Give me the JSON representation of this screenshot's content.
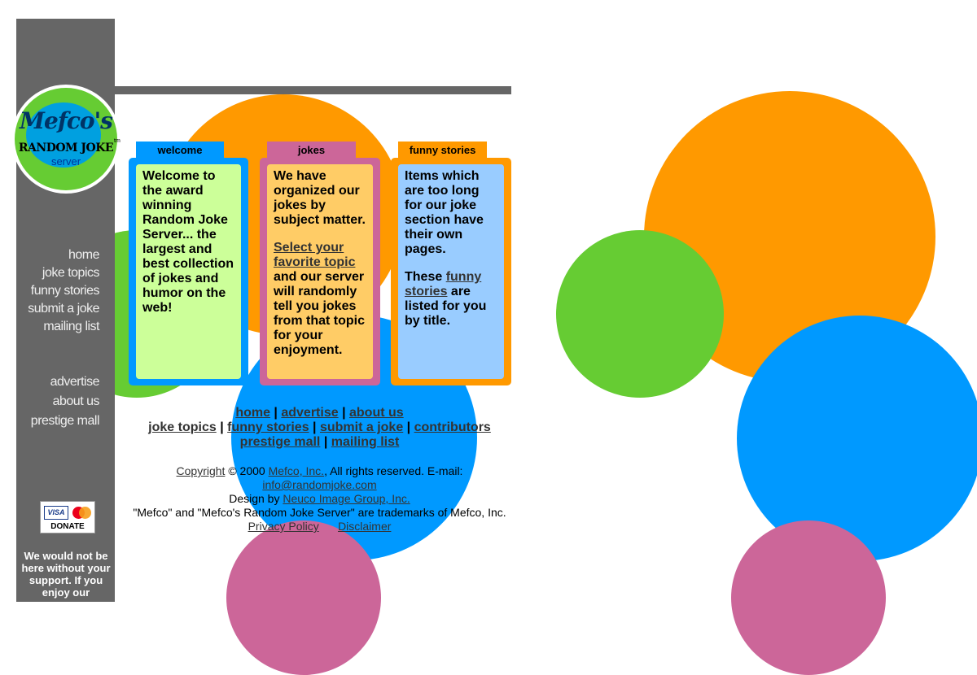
{
  "logo": {
    "line1": "Mefco's",
    "line2": "RANDOM JOKE",
    "line3": "server",
    "tm": "tm"
  },
  "sidebar": {
    "nav": [
      "home",
      "joke topics",
      "funny stories",
      "submit a joke",
      "mailing list"
    ],
    "nav2": [
      "advertise",
      "about us",
      "prestige mall"
    ],
    "donate": {
      "visa": "VISA",
      "label": "DONATE"
    },
    "support_text": "We would not be here without your support. If you enjoy our"
  },
  "tabs": {
    "welcome": {
      "label": "welcome",
      "text": "Welcome to the award winning Random Joke Server... the largest and best collection of jokes and humor on the web!"
    },
    "jokes": {
      "label": "jokes",
      "para1": "We have organized our jokes by subject matter.",
      "link": "Select your favorite topic",
      "after": " and our server will randomly tell you jokes from that topic for your enjoyment."
    },
    "stories": {
      "label": "funny stories",
      "para1": "Items which are too long for our joke section have their own pages.",
      "pre": "These ",
      "link": "funny stories",
      "post": " are listed for you by title."
    }
  },
  "footer_links": {
    "home": "home",
    "advertise": "advertise",
    "about": "about us",
    "topics": "joke topics",
    "stories": "funny stories",
    "submit": "submit a joke",
    "contributors": "contributors",
    "mall": "prestige mall",
    "mailing": "mailing list",
    "sep": " | "
  },
  "footer": {
    "copyright": "Copyright",
    "year": " © 2000 ",
    "company": "Mefco, Inc.",
    "rights": ", All rights reserved. E-mail:",
    "email": "info@randomjoke.com",
    "design_pre": "Design by ",
    "design": "Neuco Image Group, Inc.",
    "trademark": "\"Mefco\" and \"Mefco's Random Joke Server\" are trademarks of Mefco, Inc.",
    "privacy": "Privacy Policy",
    "disclaimer": "Disclaimer"
  },
  "colors": {
    "orange": "#ff9900",
    "green": "#66cc33",
    "blue": "#0099ff",
    "pink": "#cc6699",
    "gray": "#666666",
    "light_green": "#ccff99",
    "light_orange": "#ffcc66",
    "light_blue": "#99ccff"
  }
}
